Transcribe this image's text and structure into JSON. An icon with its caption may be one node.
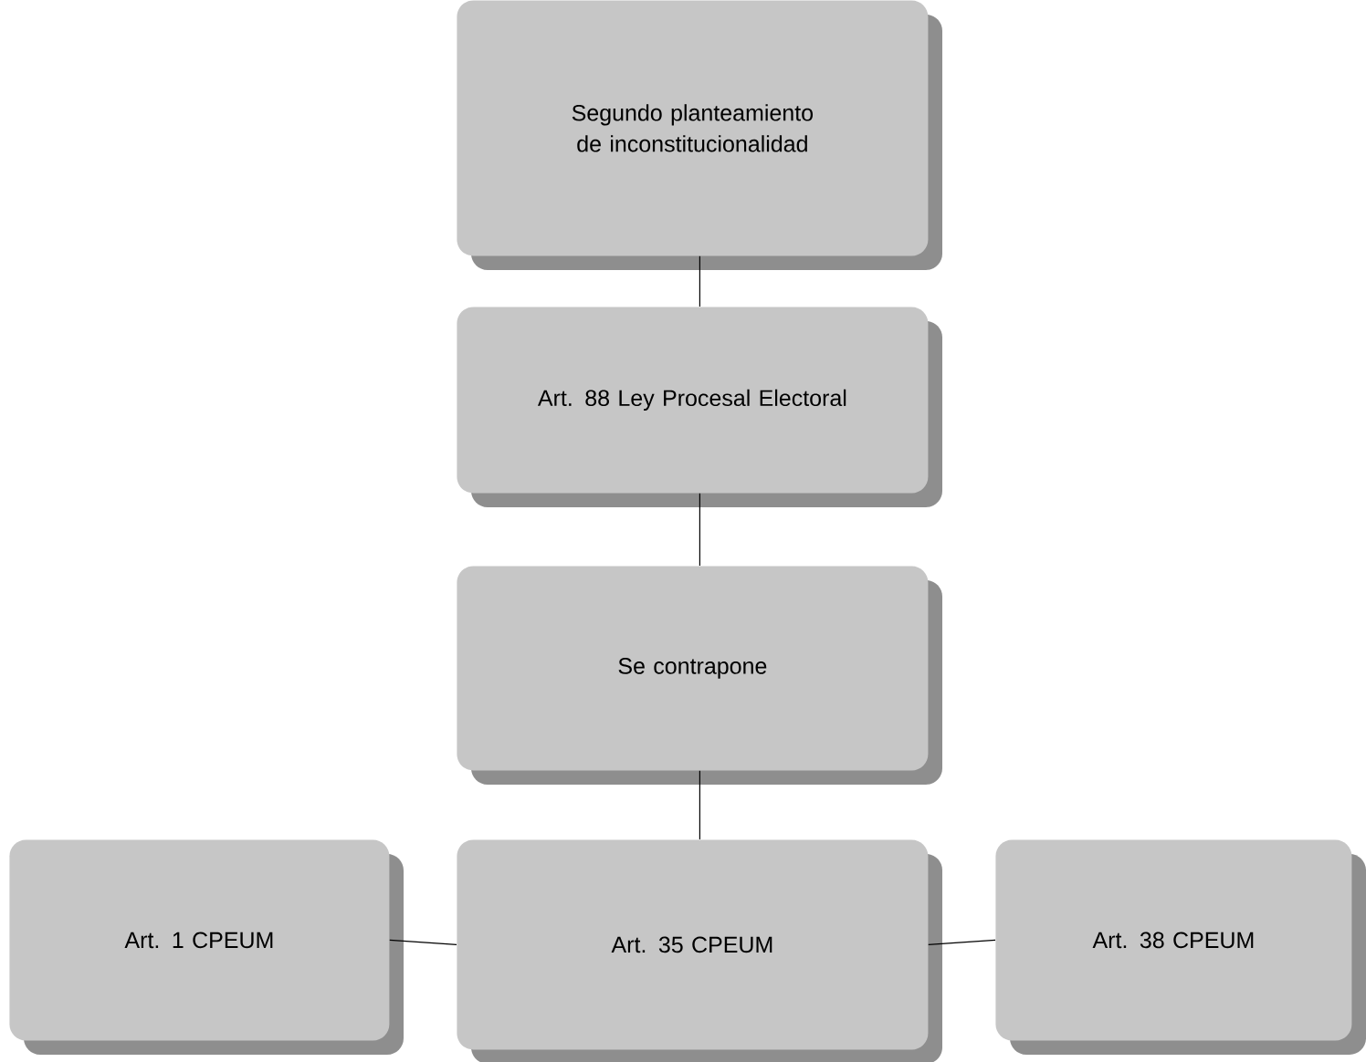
{
  "diagram": {
    "nodes": [
      {
        "text": [
          "Segundo planteamiento de inconstitucionalidad"
        ]
      },
      {
        "text": [
          "Art. 88 Ley Procesal Electoral"
        ]
      },
      {
        "text": [
          "Se contrapone"
        ]
      },
      {
        "text": [
          "Art. 35 CPEUM"
        ]
      },
      {
        "text": [
          "Art. 1 CPEUM"
        ]
      },
      {
        "text": [
          "Art. 38 CPEUM"
        ]
      }
    ],
    "edges": [
      {
        "from": 0,
        "to": 1,
        "arrow": "none"
      },
      {
        "from": 1,
        "to": 2,
        "arrow": "none"
      },
      {
        "from": 2,
        "to": 3,
        "arrow": "none"
      },
      {
        "from": 3,
        "to": 4,
        "arrow": "none"
      },
      {
        "from": 3,
        "to": 5,
        "arrow": "none"
      }
    ]
  }
}
